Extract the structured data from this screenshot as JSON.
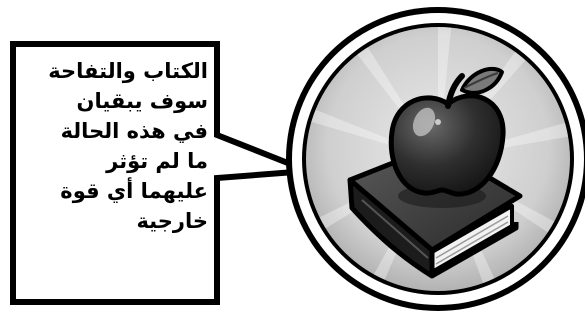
{
  "callout": {
    "lines": [
      "الكتاب والتفاحة",
      "سوف يبقيان",
      "في هذه الحالة",
      "ما لم تؤثر",
      "عليهما أي قوة",
      "خارجية"
    ]
  },
  "colors": {
    "outline": "#000000",
    "badge_ring": "#ffffff",
    "badge_background": "#c9c9c9",
    "book": "#2a2a2a",
    "apple": "#3c3c3c",
    "leaf": "#7a7a7a",
    "pages": "#f2f2f2"
  }
}
